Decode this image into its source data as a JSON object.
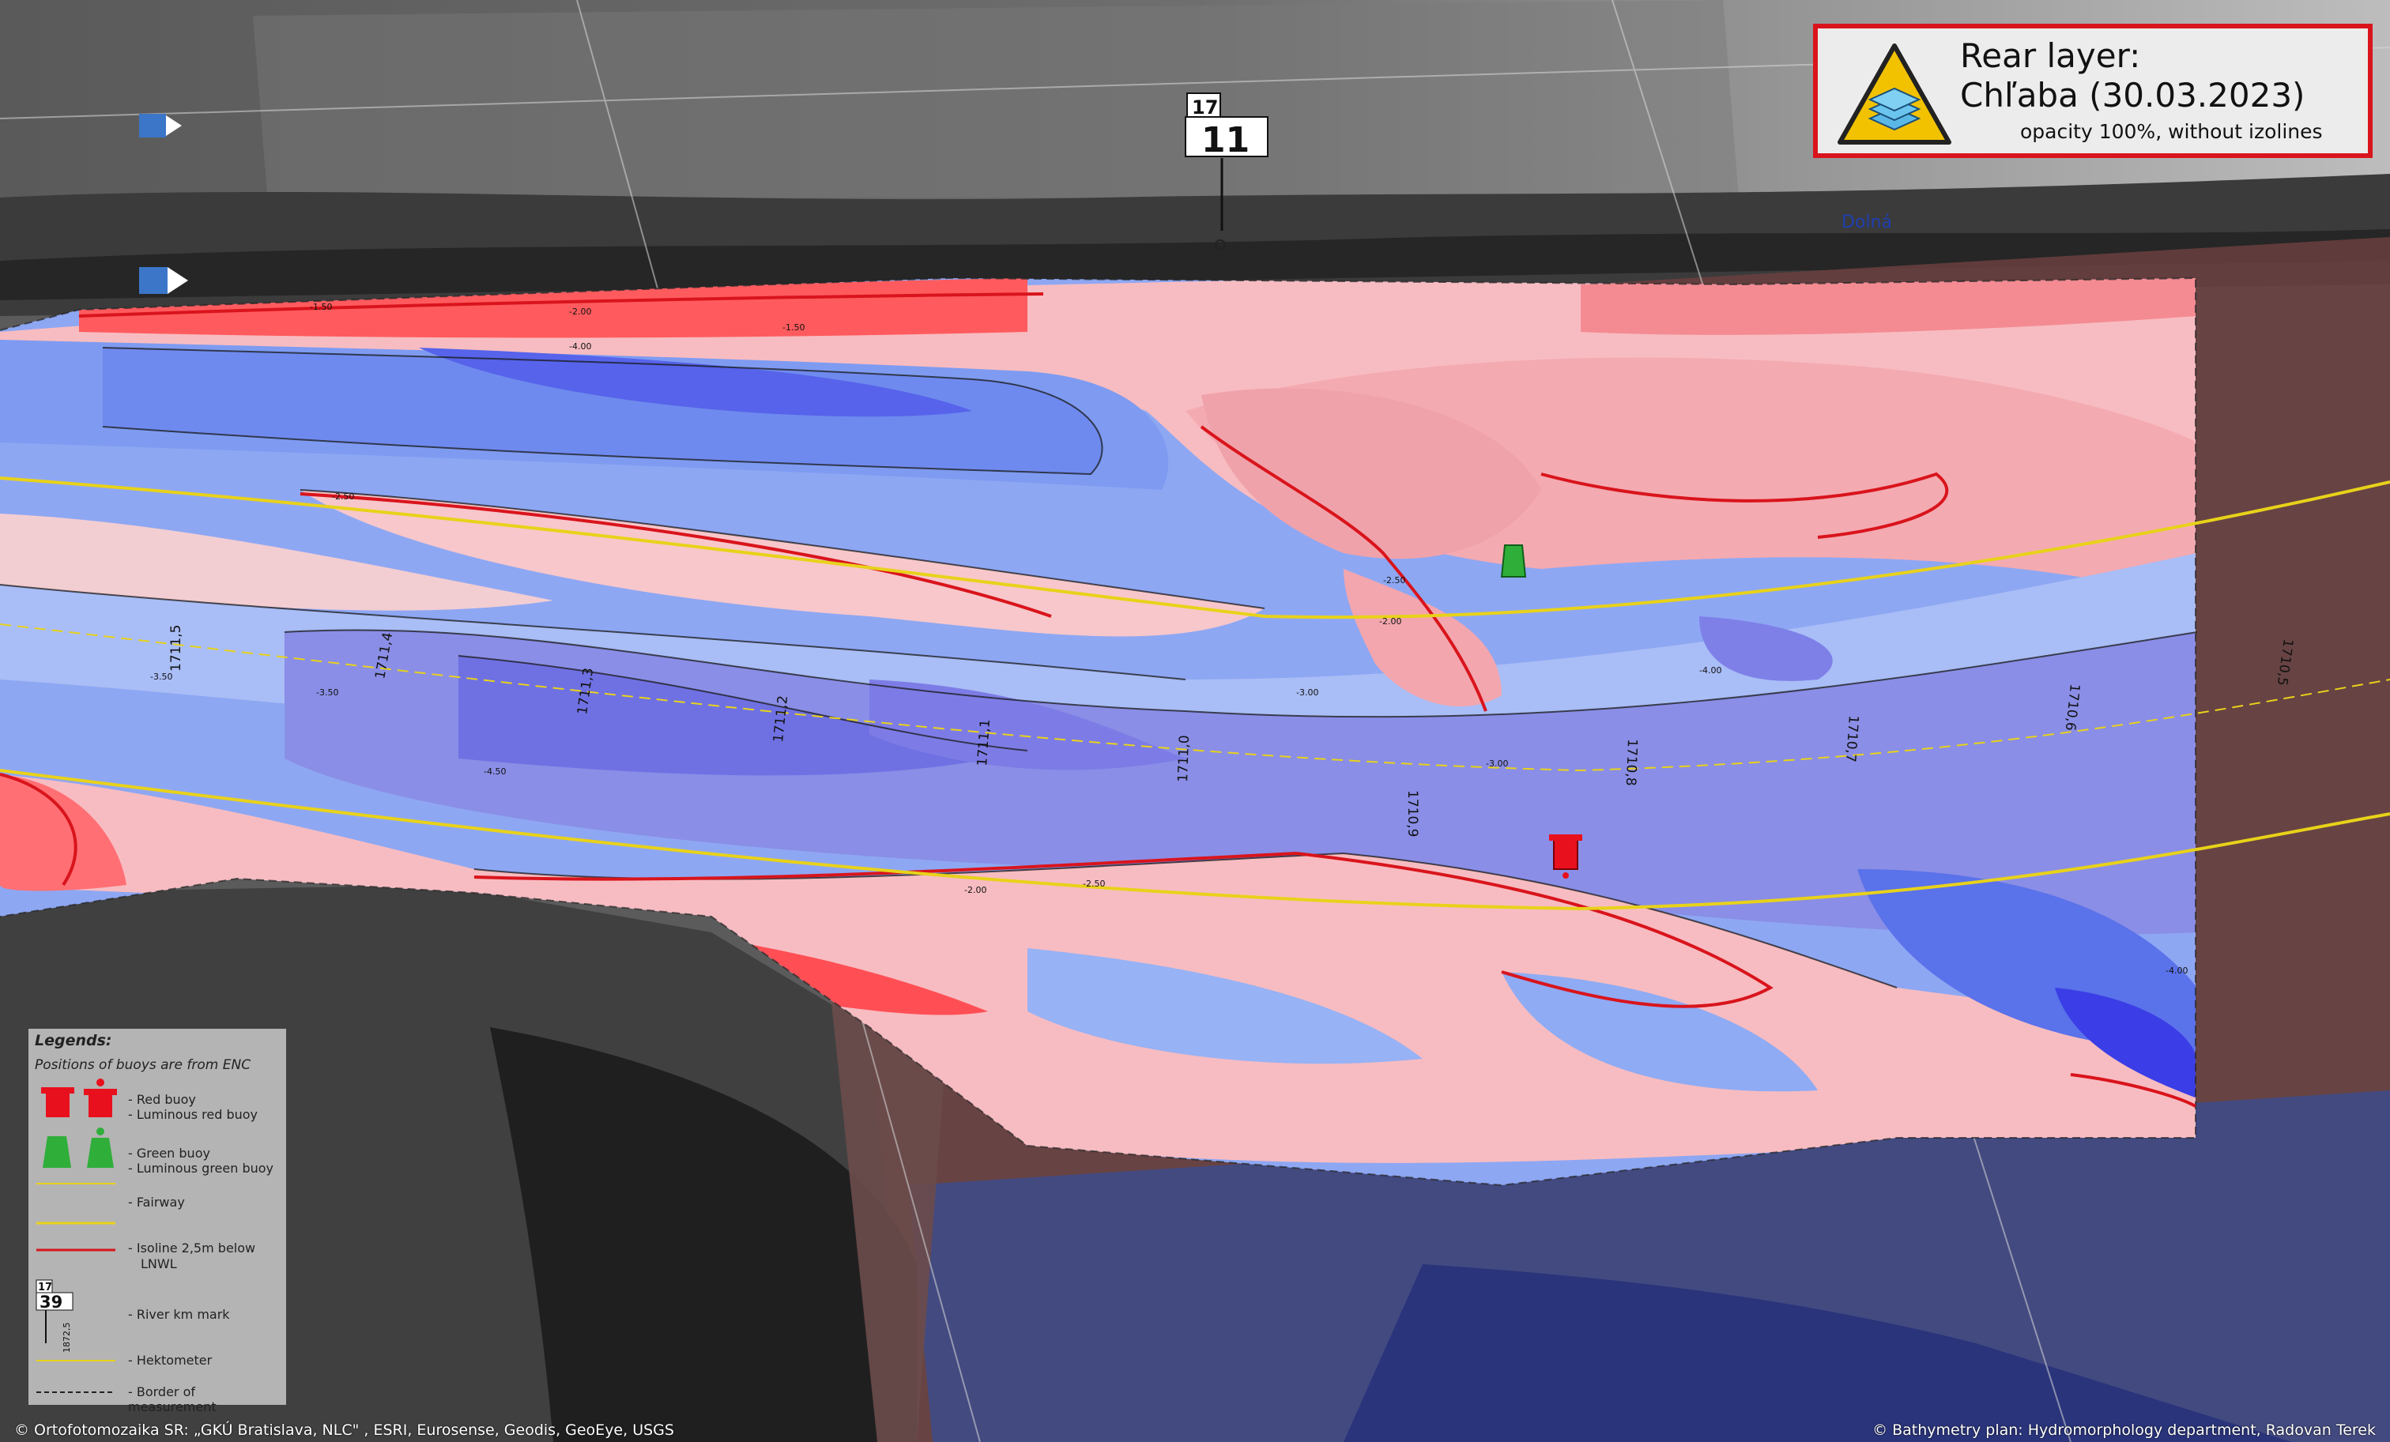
{
  "title": {
    "line1": "Rear layer:",
    "line2": "Chľaba (30.03.2023)",
    "line3": "opacity 100%,  without izolines"
  },
  "place_label": "Dolná",
  "km_sign": {
    "small": "17",
    "large": "11"
  },
  "river_km_labels": [
    "1711,5",
    "1711,4",
    "1711,3",
    "1711,2",
    "1711,1",
    "1711,0",
    "1710,9",
    "1710,8",
    "1710,7",
    "1710,6",
    "1710,5"
  ],
  "depth_labels": [
    "-1.50",
    "-2.00",
    "-2.50",
    "-3.00",
    "-3.50",
    "-4.00",
    "-4.50"
  ],
  "legend": {
    "title": "Legends:",
    "subtitle": "Positions of buoys are from ENC",
    "red_buoy": "- Red buoy",
    "red_luminous": "- Luminous red buoy",
    "green_buoy": "- Green buoy",
    "green_luminous": "- Luminous green buoy",
    "fairway": "- Fairway",
    "isoline_a": "- Isoline 2,5m below",
    "isoline_b": "LNWL",
    "km_small": "17",
    "km_large": "39",
    "km_mark": "- River km mark",
    "hm_value": "1872,5",
    "hektometer": "- Hektometer",
    "border": "- Border of measurement"
  },
  "credits": {
    "left": "© Ortofotomozaika SR: „GKÚ Bratislava, NLC\" , ESRI, Eurosense, Geodis, GeoEye, USGS",
    "right": "© Bathymetry plan: Hydromorphology department, Radovan Terek"
  },
  "colors": {
    "title_border": "#d9141c",
    "fairway": "#e8d21a",
    "isoline": "#d9141c",
    "red_buoy": "#e8101c",
    "green_buoy": "#2fae3a",
    "shallow": "#f7c0c4",
    "deep": "#6a6ef0"
  }
}
